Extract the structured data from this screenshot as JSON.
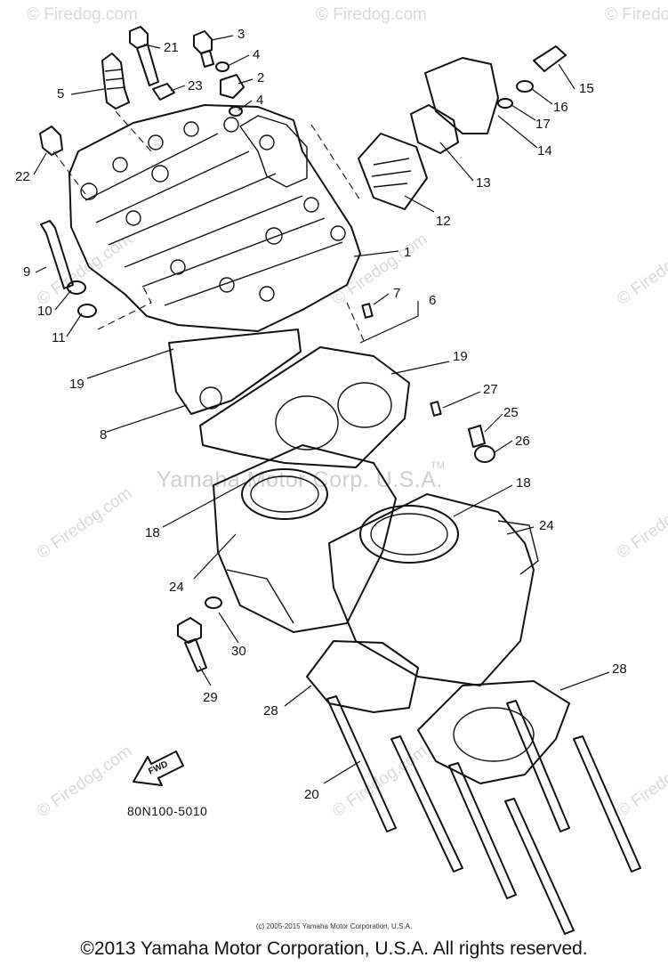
{
  "watermark": {
    "site": "© Firedog.com",
    "center_text": "Yamaha Motor Corp. U.S.A.",
    "tm": "TM"
  },
  "callouts": {
    "c1": "1",
    "c2": "2",
    "c3": "3",
    "c4a": "4",
    "c4b": "4",
    "c5": "5",
    "c6": "6",
    "c7": "7",
    "c8": "8",
    "c9": "9",
    "c10": "10",
    "c11": "11",
    "c12": "12",
    "c13": "13",
    "c14": "14",
    "c15": "15",
    "c16": "16",
    "c17": "17",
    "c18a": "18",
    "c18b": "18",
    "c19a": "19",
    "c19b": "19",
    "c20": "20",
    "c21": "21",
    "c22": "22",
    "c23": "23",
    "c24a": "24",
    "c24b": "24",
    "c25": "25",
    "c26": "26",
    "c27": "27",
    "c28a": "28",
    "c28b": "28",
    "c29": "29",
    "c30": "30"
  },
  "fwd_label": "FWD",
  "drawing_code": "80N100-5010",
  "small_copyright": "(c) 2005-2015 Yamaha Motor Corporation, U.S.A.",
  "footer_copyright": "©2013 Yamaha Motor Corporation, U.S.A. All rights reserved."
}
